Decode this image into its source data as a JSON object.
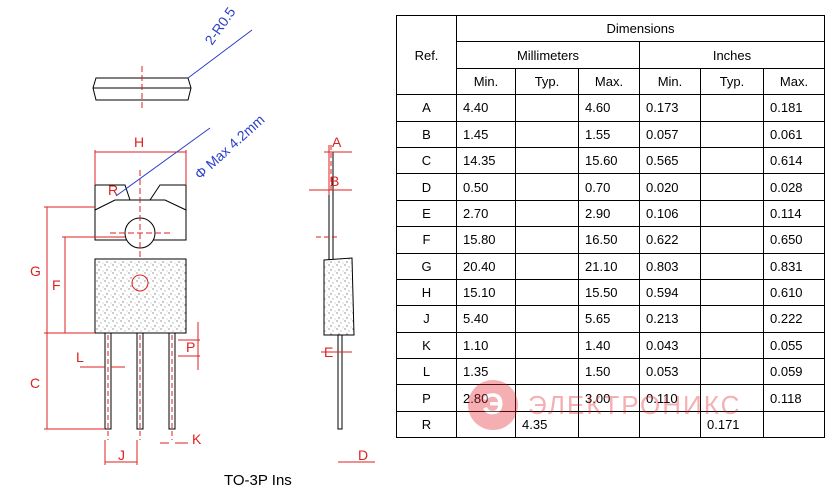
{
  "drawing": {
    "caption": "TO-3P Ins",
    "radius_note": "2-R0.5",
    "hole_note": "Φ Max 4.2mm",
    "labels": {
      "H": "H",
      "R": "R",
      "G": "G",
      "F": "F",
      "C": "C",
      "L": "L",
      "P": "P",
      "J": "J",
      "K": "K",
      "A": "A",
      "B": "B",
      "E": "E",
      "D": "D"
    },
    "colors": {
      "dimension": "#dd2222",
      "callout": "#2a3fc8",
      "outline": "#000000"
    }
  },
  "table": {
    "header_ref": "Ref.",
    "header_dimensions": "Dimensions",
    "header_mm": "Millimeters",
    "header_in": "Inches",
    "sub": [
      "Min.",
      "Typ.",
      "Max.",
      "Min.",
      "Typ.",
      "Max."
    ],
    "rows": [
      [
        "A",
        "4.40",
        "",
        "4.60",
        "0.173",
        "",
        "0.181"
      ],
      [
        "B",
        "1.45",
        "",
        "1.55",
        "0.057",
        "",
        "0.061"
      ],
      [
        "C",
        "14.35",
        "",
        "15.60",
        "0.565",
        "",
        "0.614"
      ],
      [
        "D",
        "0.50",
        "",
        "0.70",
        "0.020",
        "",
        "0.028"
      ],
      [
        "E",
        "2.70",
        "",
        "2.90",
        "0.106",
        "",
        "0.114"
      ],
      [
        "F",
        "15.80",
        "",
        "16.50",
        "0.622",
        "",
        "0.650"
      ],
      [
        "G",
        "20.40",
        "",
        "21.10",
        "0.803",
        "",
        "0.831"
      ],
      [
        "H",
        "15.10",
        "",
        "15.50",
        "0.594",
        "",
        "0.610"
      ],
      [
        "J",
        "5.40",
        "",
        "5.65",
        "0.213",
        "",
        "0.222"
      ],
      [
        "K",
        "1.10",
        "",
        "1.40",
        "0.043",
        "",
        "0.055"
      ],
      [
        "L",
        "1.35",
        "",
        "1.50",
        "0.053",
        "",
        "0.059"
      ],
      [
        "P",
        "2.80",
        "",
        "3.00",
        "0.110",
        "",
        "0.118"
      ],
      [
        "R",
        "",
        "4.35",
        "",
        "",
        "0.171",
        ""
      ]
    ]
  },
  "watermark": {
    "logo_text": "Э",
    "text": "ЭЛЕКТРОНИКС"
  }
}
